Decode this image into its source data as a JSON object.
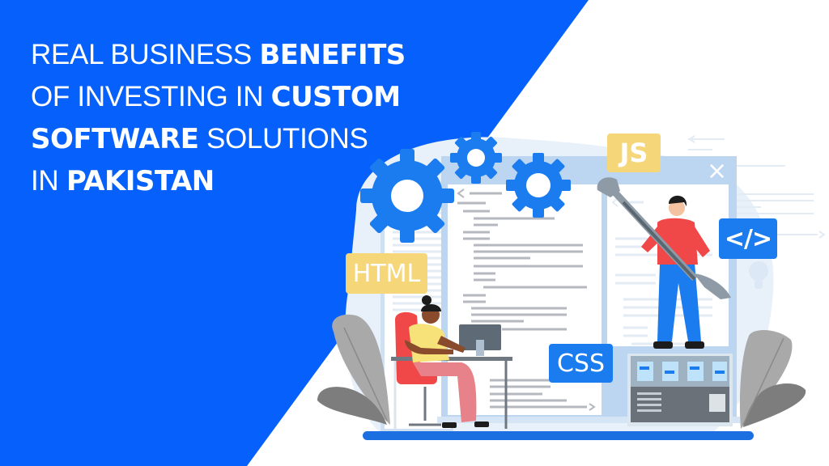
{
  "headline": {
    "lines": [
      {
        "light": "REAL BUSINESS ",
        "bold": "BENEFITS"
      },
      {
        "light": "OF INVESTING IN ",
        "bold": "CUSTOM"
      },
      {
        "bold": "SOFTWARE",
        "light": " SOLUTIONS"
      },
      {
        "light": "IN ",
        "bold": "PAKISTAN"
      }
    ]
  },
  "illustration": {
    "badges": {
      "html": "HTML",
      "js": "JS",
      "css": "CSS",
      "code": "</>"
    },
    "window_close": "×",
    "icons": [
      "gear-icon-large",
      "gear-icon-small",
      "gear-icon-medium",
      "wrench-icon",
      "server-rack-icon",
      "lightbulb-icon",
      "plant-icon"
    ]
  },
  "colors": {
    "brand_blue": "#0660fb",
    "accent_blue": "#1b7cf0",
    "badge_yellow": "#f5d77a",
    "window_blue": "#bcd6f2",
    "blob_bg": "#e8f0f9",
    "text_white": "#ffffff"
  }
}
